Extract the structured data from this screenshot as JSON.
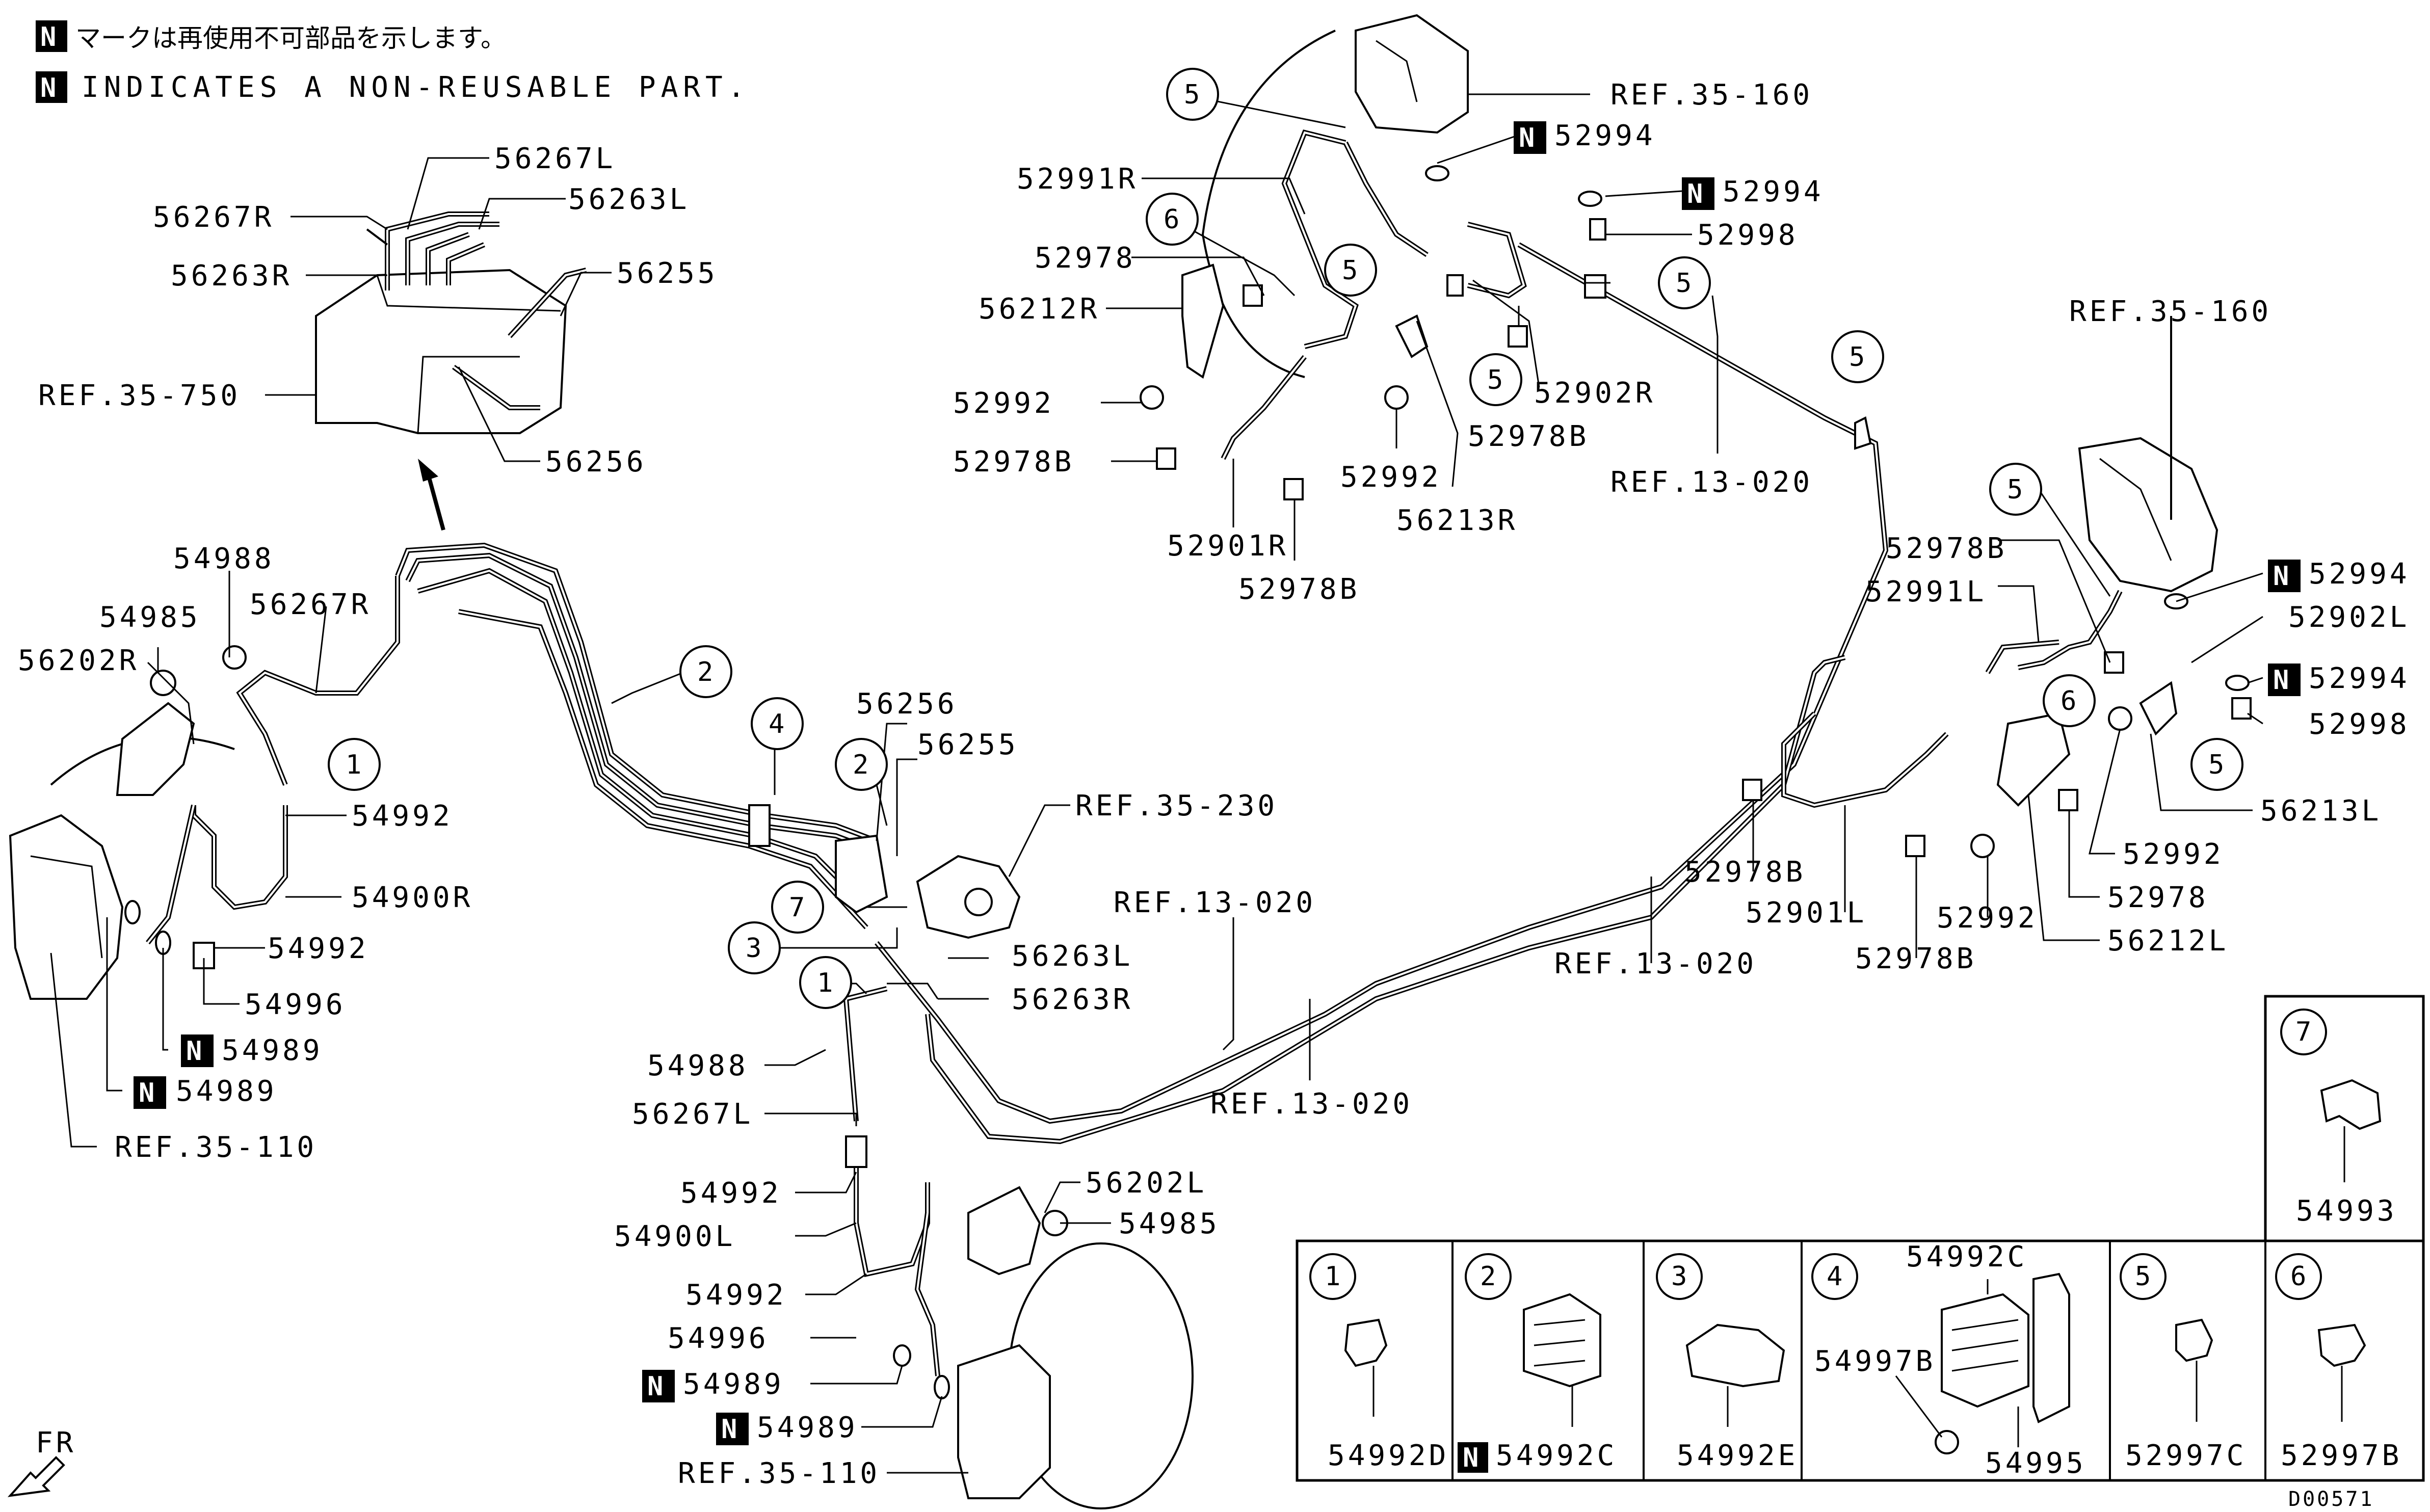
{
  "legend": {
    "jp_note": "マークは再使用不可部品を示します。",
    "en_note": "INDICATES A NON-REUSABLE PART.",
    "n_mark": "N"
  },
  "drawing_id": "D00571",
  "fr_label": "FR",
  "labels": [
    {
      "id": "l01",
      "text": "56267L"
    },
    {
      "id": "l02",
      "text": "56267R"
    },
    {
      "id": "l03",
      "text": "56263L"
    },
    {
      "id": "l04",
      "text": "56263R"
    },
    {
      "id": "l05",
      "text": "56255"
    },
    {
      "id": "l06",
      "text": "REF.35-750"
    },
    {
      "id": "l07",
      "text": "56256"
    },
    {
      "id": "l08",
      "text": "54988"
    },
    {
      "id": "l09",
      "text": "56267R"
    },
    {
      "id": "l10",
      "text": "54985"
    },
    {
      "id": "l11",
      "text": "56202R"
    },
    {
      "id": "l12",
      "text": "54992"
    },
    {
      "id": "l13",
      "text": "54900R"
    },
    {
      "id": "l14",
      "text": "54992"
    },
    {
      "id": "l15",
      "text": "54996"
    },
    {
      "id": "l16",
      "text": "54989"
    },
    {
      "id": "l17",
      "text": "54989"
    },
    {
      "id": "l18",
      "text": "REF.35-110"
    },
    {
      "id": "l19",
      "text": "56256"
    },
    {
      "id": "l20",
      "text": "56255"
    },
    {
      "id": "l21",
      "text": "REF.35-230"
    },
    {
      "id": "l22",
      "text": "REF.13-020"
    },
    {
      "id": "l23",
      "text": "56263L"
    },
    {
      "id": "l24",
      "text": "56263R"
    },
    {
      "id": "l25",
      "text": "54988"
    },
    {
      "id": "l26",
      "text": "56267L"
    },
    {
      "id": "l27",
      "text": "REF.13-020"
    },
    {
      "id": "l28",
      "text": "54992"
    },
    {
      "id": "l29",
      "text": "54900L"
    },
    {
      "id": "l30",
      "text": "56202L"
    },
    {
      "id": "l31",
      "text": "54985"
    },
    {
      "id": "l32",
      "text": "54992"
    },
    {
      "id": "l33",
      "text": "54996"
    },
    {
      "id": "l34",
      "text": "54989"
    },
    {
      "id": "l35",
      "text": "54989"
    },
    {
      "id": "l36",
      "text": "REF.35-110"
    },
    {
      "id": "l37",
      "text": "REF.35-160"
    },
    {
      "id": "l38",
      "text": "52994"
    },
    {
      "id": "l39",
      "text": "52991R"
    },
    {
      "id": "l40",
      "text": "52994"
    },
    {
      "id": "l41",
      "text": "52998"
    },
    {
      "id": "l42",
      "text": "52978"
    },
    {
      "id": "l43",
      "text": "56212R"
    },
    {
      "id": "l44",
      "text": "52992"
    },
    {
      "id": "l45",
      "text": "52978B"
    },
    {
      "id": "l46",
      "text": "52902R"
    },
    {
      "id": "l47",
      "text": "52978B"
    },
    {
      "id": "l48",
      "text": "52992"
    },
    {
      "id": "l49",
      "text": "56213R"
    },
    {
      "id": "l50",
      "text": "52901R"
    },
    {
      "id": "l51",
      "text": "52978B"
    },
    {
      "id": "l52",
      "text": "REF.13-020"
    },
    {
      "id": "l53",
      "text": "REF.35-160"
    },
    {
      "id": "l54",
      "text": "52978B"
    },
    {
      "id": "l55",
      "text": "52991L"
    },
    {
      "id": "l56",
      "text": "52994"
    },
    {
      "id": "l57",
      "text": "52902L"
    },
    {
      "id": "l58",
      "text": "52994"
    },
    {
      "id": "l59",
      "text": "52998"
    },
    {
      "id": "l60",
      "text": "56213L"
    },
    {
      "id": "l61",
      "text": "52992"
    },
    {
      "id": "l62",
      "text": "52978"
    },
    {
      "id": "l63",
      "text": "56212L"
    },
    {
      "id": "l64",
      "text": "52978B"
    },
    {
      "id": "l65",
      "text": "52901L"
    },
    {
      "id": "l66",
      "text": "52992"
    },
    {
      "id": "l67",
      "text": "52978B"
    },
    {
      "id": "l68",
      "text": "REF.13-020"
    }
  ],
  "callouts": [
    "1",
    "2",
    "3",
    "4",
    "5",
    "6",
    "7"
  ],
  "inset": {
    "cells": [
      {
        "num": "1",
        "parts": [
          "54992D"
        ]
      },
      {
        "num": "2",
        "parts": [
          "54992C"
        ]
      },
      {
        "num": "3",
        "parts": [
          "54992E"
        ]
      },
      {
        "num": "4",
        "parts": [
          "54992C",
          "54997B",
          "54995"
        ]
      },
      {
        "num": "5",
        "parts": [
          "52997C"
        ]
      },
      {
        "num": "6",
        "parts": [
          "52997B"
        ]
      },
      {
        "num": "7",
        "parts": [
          "54993"
        ]
      }
    ]
  }
}
